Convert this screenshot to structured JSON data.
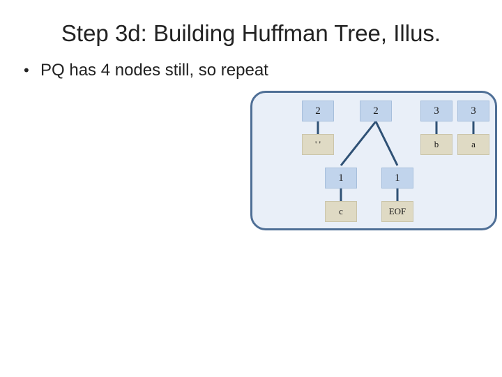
{
  "slide": {
    "title": "Step 3d: Building Huffman Tree, Illus.",
    "bullet_marker": "•",
    "bullet_text": "PQ has 4 nodes still, so repeat"
  },
  "tree": {
    "queue": [
      {
        "count": "2",
        "symbol": "' '"
      },
      {
        "count": "2",
        "children": [
          {
            "count": "1",
            "symbol": "c"
          },
          {
            "count": "1",
            "symbol": "EOF"
          }
        ]
      },
      {
        "count": "3",
        "symbol": "b"
      },
      {
        "count": "3",
        "symbol": "a"
      }
    ]
  },
  "colors": {
    "panel_fill": "#e9eff8",
    "panel_border": "#4f6f96",
    "count_node": "#c1d4ec",
    "leaf_node": "#dfdac4",
    "edge": "#2f5175"
  }
}
